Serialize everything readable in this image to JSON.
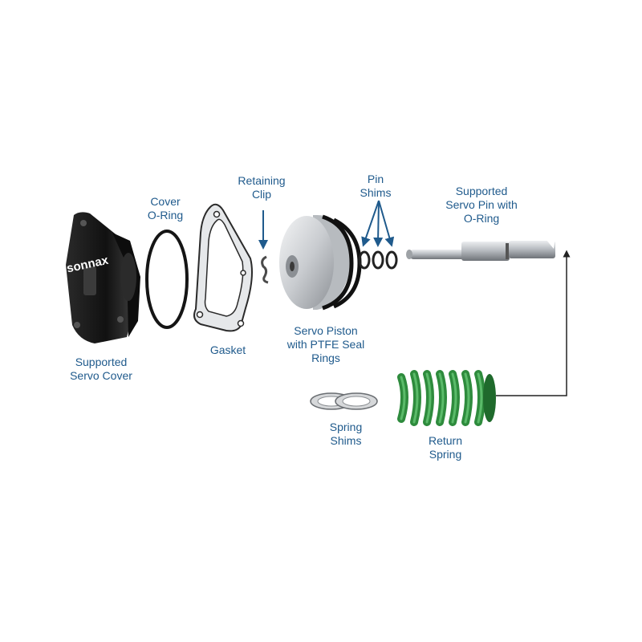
{
  "brand": "sonnax",
  "colors": {
    "label": "#1f5a8c",
    "arrow": "#1f5a8c",
    "spring": "#2e8b3d",
    "cover": "#1a1a1a",
    "metal": "#b8bcc0"
  },
  "labels": {
    "supported_servo_cover": [
      "Supported",
      "Servo Cover"
    ],
    "cover_oring": [
      "Cover",
      "O-Ring"
    ],
    "gasket": [
      "Gasket"
    ],
    "retaining_clip": [
      "Retaining",
      "Clip"
    ],
    "servo_piston": [
      "Servo Piston",
      "with PTFE Seal",
      "Rings"
    ],
    "pin_shims": [
      "Pin",
      "Shims"
    ],
    "supported_servo_pin": [
      "Supported",
      "Servo Pin with",
      "O-Ring"
    ],
    "spring_shims": [
      "Spring",
      "Shims"
    ],
    "return_spring": [
      "Return",
      "Spring"
    ]
  }
}
